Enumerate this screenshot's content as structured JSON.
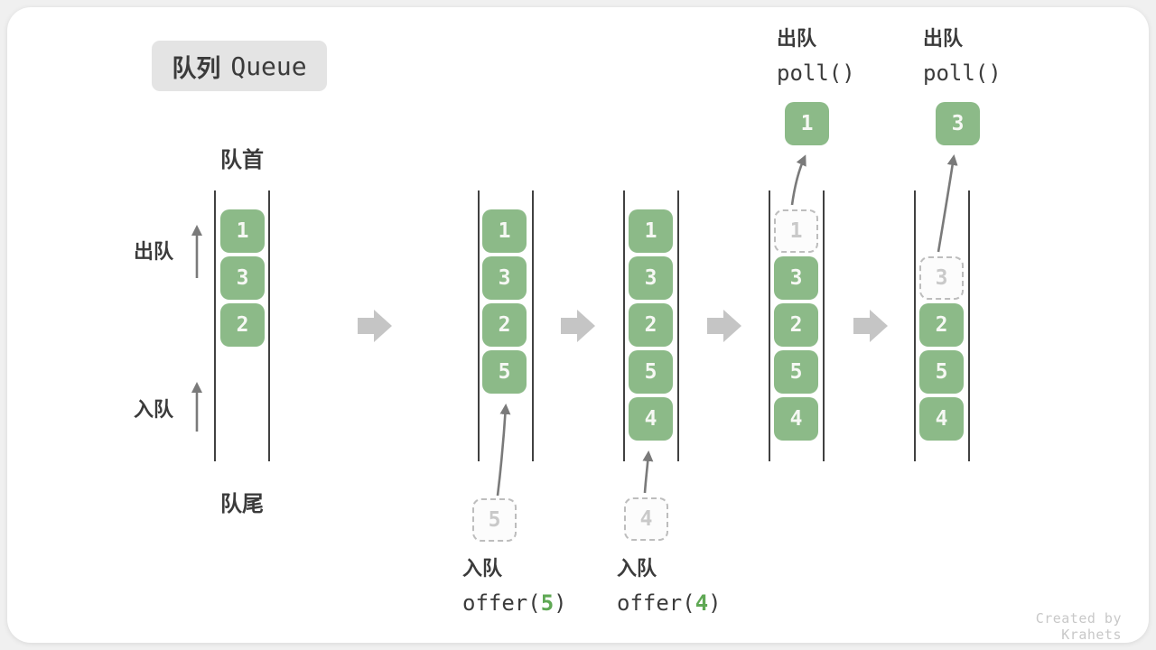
{
  "title": {
    "zh": "队列",
    "en": "Queue"
  },
  "labels": {
    "front": "队首",
    "rear": "队尾",
    "dequeue": "出队",
    "enqueue": "入队"
  },
  "operations": [
    {
      "label": "入队",
      "code": "offer(",
      "arg": "5",
      "close": ")"
    },
    {
      "label": "入队",
      "code": "offer(",
      "arg": "4",
      "close": ")"
    },
    {
      "label": "出队",
      "code": "poll()"
    },
    {
      "label": "出队",
      "code": "poll()"
    }
  ],
  "queues": [
    {
      "cells": [
        "1",
        "3",
        "2"
      ]
    },
    {
      "cells": [
        "1",
        "3",
        "2",
        "5"
      ],
      "incoming": "5"
    },
    {
      "cells": [
        "1",
        "3",
        "2",
        "5",
        "4"
      ],
      "incoming": "4"
    },
    {
      "removed": "1",
      "cells": [
        "3",
        "2",
        "5",
        "4"
      ],
      "polled": "1"
    },
    {
      "removed": "3",
      "cells": [
        "2",
        "5",
        "4"
      ],
      "polled": "3"
    }
  ],
  "watermark": "Created by Krahets",
  "colors": {
    "cell_green": "#8cba88",
    "cell_text": "#f6f8f4",
    "code_arg_green": "#5fa854",
    "ghost_border": "#bdbdbd",
    "block_arrow_gray": "#c5c5c5",
    "thin_arrow_gray": "#7a7a7a",
    "queue_line": "#414141",
    "text_dark": "#3b3b3b",
    "title_bg": "#e4e4e4",
    "card_bg": "#ffffff",
    "page_bg": "#f0f0f0"
  }
}
